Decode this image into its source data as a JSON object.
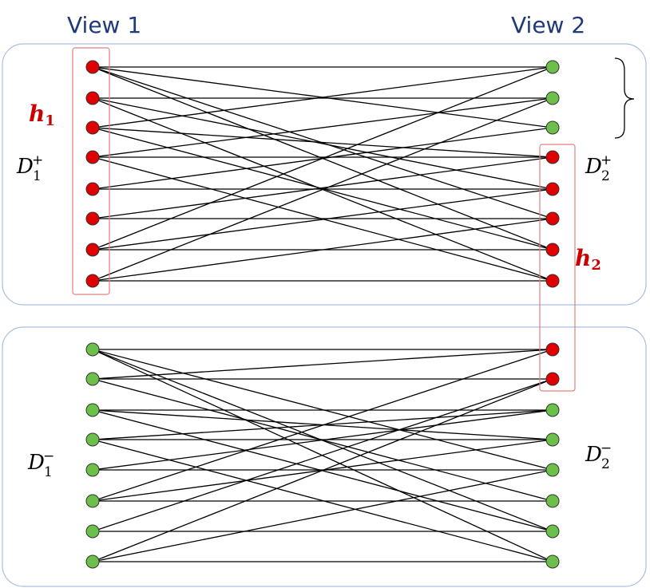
{
  "labels": {
    "view1": "View 1",
    "view2": "View 2",
    "h1_main": "h",
    "h1_sub": "1",
    "h2_main": "h",
    "h2_sub": "2",
    "d1p_main": "D",
    "d1p_sub": "1",
    "d1p_sup": "+",
    "d2p_main": "D",
    "d2p_sub": "2",
    "d2p_sup": "+",
    "d1m_main": "D",
    "d1m_sub": "1",
    "d1m_sup": "−",
    "d2m_main": "D",
    "d2m_sub": "2",
    "d2m_sup": "−"
  },
  "colors": {
    "positive_node": "#e00000",
    "negative_node": "#6cc04a",
    "node_stroke": "#333333",
    "edge": "#000000",
    "group_border": "#a9bde0",
    "highlight_border": "#e08080",
    "view_label": "#1f3a7a",
    "h_label": "#cc0000"
  },
  "graph": {
    "view1_nodes": [
      "red",
      "red",
      "red",
      "red",
      "red",
      "red",
      "red",
      "red",
      "green",
      "green",
      "green",
      "green",
      "green",
      "green",
      "green",
      "green"
    ],
    "view2_nodes": [
      "green",
      "green",
      "green",
      "red",
      "red",
      "red",
      "red",
      "red",
      "red",
      "red",
      "green",
      "green",
      "green",
      "green",
      "green",
      "green"
    ],
    "top_edges": [
      [
        0,
        0
      ],
      [
        0,
        2
      ],
      [
        0,
        6
      ],
      [
        0,
        5
      ],
      [
        1,
        1
      ],
      [
        1,
        4
      ],
      [
        1,
        7
      ],
      [
        2,
        0
      ],
      [
        2,
        3
      ],
      [
        2,
        6
      ],
      [
        3,
        3
      ],
      [
        3,
        1
      ],
      [
        3,
        7
      ],
      [
        4,
        4
      ],
      [
        4,
        2
      ],
      [
        5,
        5
      ],
      [
        5,
        3
      ],
      [
        6,
        6
      ],
      [
        6,
        4
      ],
      [
        6,
        0
      ],
      [
        7,
        7
      ],
      [
        7,
        1
      ],
      [
        7,
        5
      ]
    ],
    "bottom_edges": [
      [
        0,
        0
      ],
      [
        0,
        4
      ],
      [
        0,
        6
      ],
      [
        0,
        7
      ],
      [
        1,
        1
      ],
      [
        1,
        0
      ],
      [
        1,
        5
      ],
      [
        2,
        2
      ],
      [
        2,
        6
      ],
      [
        2,
        3
      ],
      [
        3,
        3
      ],
      [
        3,
        7
      ],
      [
        3,
        2
      ],
      [
        4,
        4
      ],
      [
        4,
        2
      ],
      [
        5,
        5
      ],
      [
        5,
        0
      ],
      [
        5,
        3
      ],
      [
        6,
        6
      ],
      [
        6,
        1
      ],
      [
        7,
        7
      ],
      [
        7,
        1
      ],
      [
        7,
        4
      ]
    ]
  }
}
